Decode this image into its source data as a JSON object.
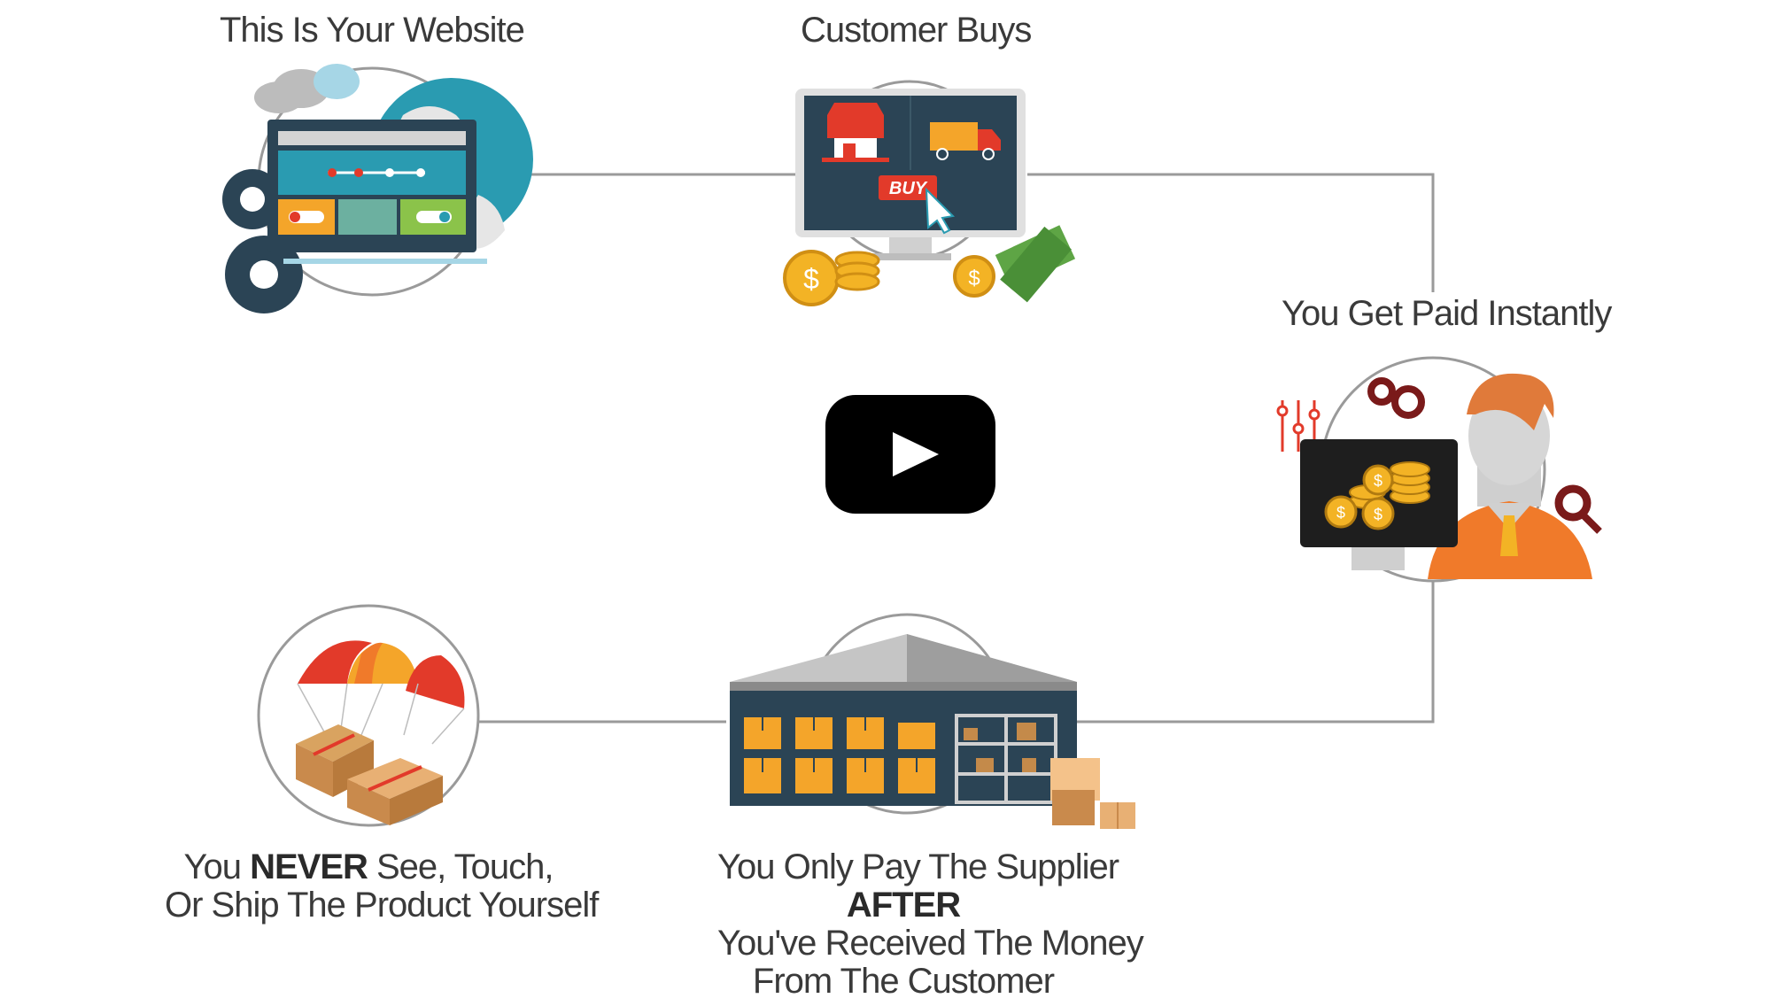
{
  "video": {
    "play_button_icon": "youtube-play-icon"
  },
  "steps": {
    "website": {
      "title": "This Is Your Website",
      "icon": "website-globe-icon"
    },
    "customer": {
      "title": "Customer Buys",
      "icon": "computer-shop-buy-icon",
      "buy_text": "BUY"
    },
    "paid": {
      "title": "You Get Paid Instantly",
      "icon": "person-coins-monitor-icon"
    },
    "supplier": {
      "line1": "You Only Pay The Supplier",
      "line2": "AFTER",
      "line3": "You've Received The Money",
      "line4": "From The Customer",
      "icon": "warehouse-icon"
    },
    "never": {
      "line1_pre": "You ",
      "line1_bold": "NEVER",
      "line1_post": " See, Touch,",
      "line2": "Or Ship The Product Yourself",
      "icon": "parachute-boxes-icon"
    }
  },
  "colors": {
    "connector": "#9a9a9a",
    "screen_dark": "#2b4455",
    "teal": "#2a9bb1",
    "orange": "#f4a52a",
    "red": "#e23a2a",
    "gold": "#f3b325",
    "green": "#5ea545"
  }
}
